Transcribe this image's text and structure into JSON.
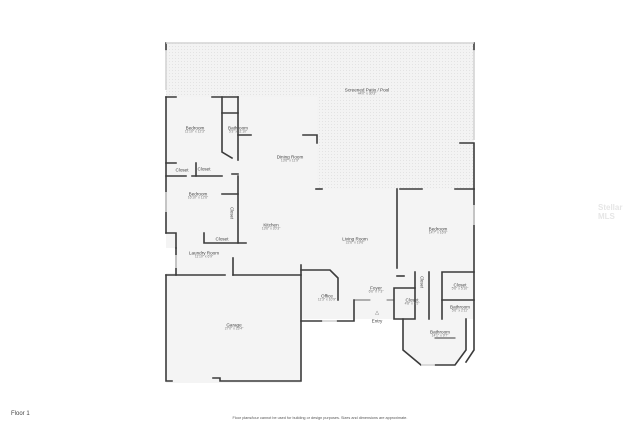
{
  "plan": {
    "floor_label": "Floor 1",
    "disclaimer": "Floor plans/tour cannot be used for building or design purposes. Sizes and dimensions are approximate.",
    "watermark": "Stellar MLS",
    "rooms": [
      {
        "name": "Screened Patio / Pool",
        "dims": "44'0\" x 30'3\""
      },
      {
        "name": "Bedroom",
        "dims": "11'10\" x 12'3\""
      },
      {
        "name": "Bathroom",
        "dims": "5'3\" x 11'10\""
      },
      {
        "name": "Closet",
        "dims": ""
      },
      {
        "name": "Closet",
        "dims": ""
      },
      {
        "name": "Dining Room",
        "dims": "13'6\" x 11'9\""
      },
      {
        "name": "Bedroom",
        "dims": "16'10\" x 12'6\""
      },
      {
        "name": "Closet",
        "dims": ""
      },
      {
        "name": "Kitchen",
        "dims": "13'6\" x 20'3\""
      },
      {
        "name": "Closet",
        "dims": ""
      },
      {
        "name": "Laundry Room",
        "dims": "11'10\" x 6'9\""
      },
      {
        "name": "Living Room",
        "dims": "22'6\" x 19'6\""
      },
      {
        "name": "Bedroom",
        "dims": "14'7\" x 16'9\""
      },
      {
        "name": "Garage",
        "dims": "27'0\" x 23'4\""
      },
      {
        "name": "Office",
        "dims": "11'3\" x 10'9\""
      },
      {
        "name": "Foyer",
        "dims": "6'6\" x 7'3\""
      },
      {
        "name": "Closet",
        "dims": "4'8\" x 5'5\""
      },
      {
        "name": "Closet",
        "dims": ""
      },
      {
        "name": "Closet",
        "dims": "5'6\" x 5'10\""
      },
      {
        "name": "Bathroom",
        "dims": "5'6\" x 2'11\""
      },
      {
        "name": "Bathroom",
        "dims": "14'1\" x 9'7\""
      }
    ],
    "entry_label": "Entry"
  }
}
